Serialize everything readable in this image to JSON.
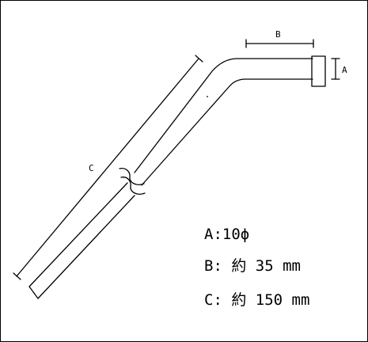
{
  "diagram": {
    "dimension_labels": {
      "a": "A",
      "b": "B",
      "c": "C"
    },
    "specs": [
      {
        "text": "A:10ϕ"
      },
      {
        "text": "B: 約 35 mm"
      },
      {
        "text": "C: 約 150 mm"
      }
    ],
    "colors": {
      "line": "#000000",
      "background": "#ffffff"
    }
  }
}
